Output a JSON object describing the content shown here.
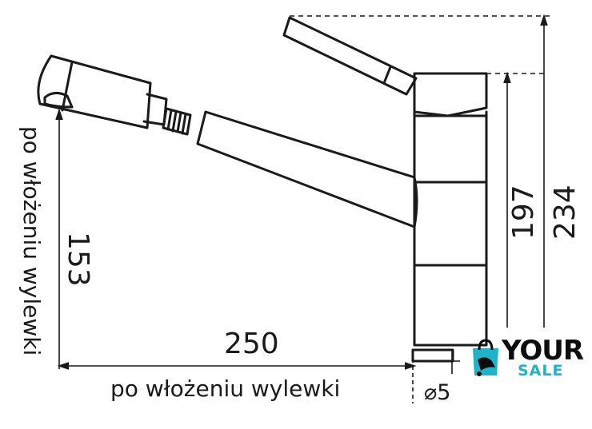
{
  "dimensions": {
    "height_total": "234",
    "height_lever": "197",
    "height_spout": "153",
    "reach": "250",
    "diameter": "⌀5",
    "note_horizontal": "po włożeniu wylewki",
    "note_vertical": "po włożeniu wylewki"
  },
  "logo": {
    "word_top": "YOUR",
    "word_bottom": "SALE",
    "accent_color": "#1fb3c9",
    "icon": "shopping-bag-icon"
  },
  "colors": {
    "line": "#1a1a1a",
    "background": "#ffffff"
  }
}
